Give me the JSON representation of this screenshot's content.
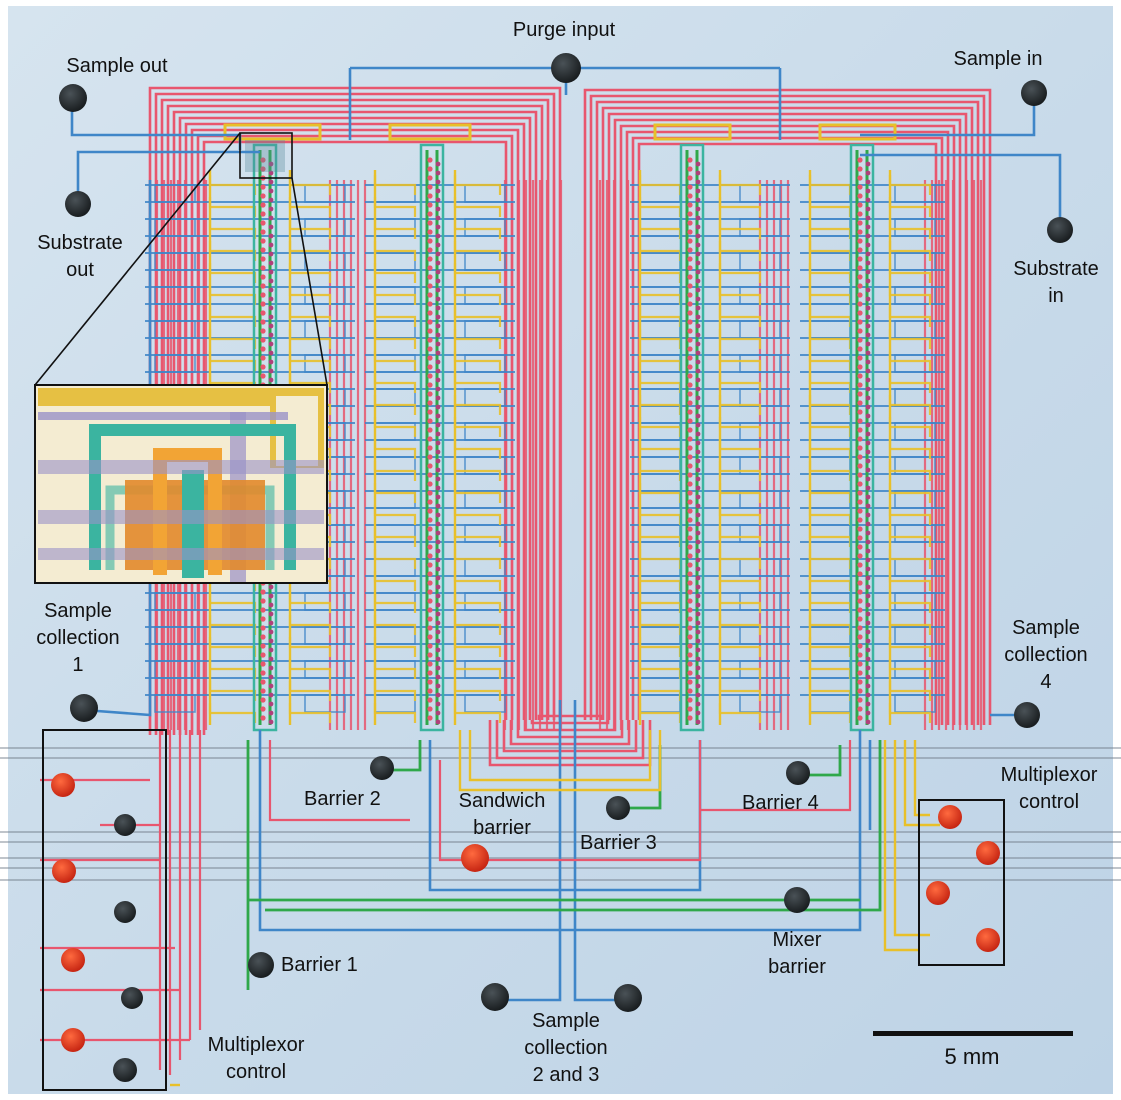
{
  "labels": {
    "purge_input": "Purge input",
    "sample_out": "Sample out",
    "sample_in": "Sample in",
    "substrate_out": "Substrate\nout",
    "substrate_in": "Substrate\nin",
    "sample_collection_1": "Sample\ncollection\n1",
    "sample_collection_4": "Sample\ncollection\n4",
    "barrier_1": "Barrier 1",
    "barrier_2": "Barrier 2",
    "barrier_3": "Barrier 3",
    "barrier_4": "Barrier 4",
    "sandwich_barrier": "Sandwich\nbarrier",
    "mixer_barrier": "Mixer\nbarrier",
    "multiplexor_control_left": "Multiplexor\ncontrol",
    "multiplexor_control_right": "Multiplexor\ncontrol",
    "sample_collection_2_3": "Sample\ncollection\n2 and 3",
    "scale_bar": "5 mm"
  },
  "colors": {
    "background": "#c9dbea",
    "flow_channel_blue": "#3f86c8",
    "control_red": "#e8566e",
    "control_yellow": "#e8c02a",
    "green": "#2fa84a",
    "teal": "#3bb4a0",
    "orange": "#e89a30",
    "port": "#1e2326",
    "red_port": "#d8311c"
  }
}
